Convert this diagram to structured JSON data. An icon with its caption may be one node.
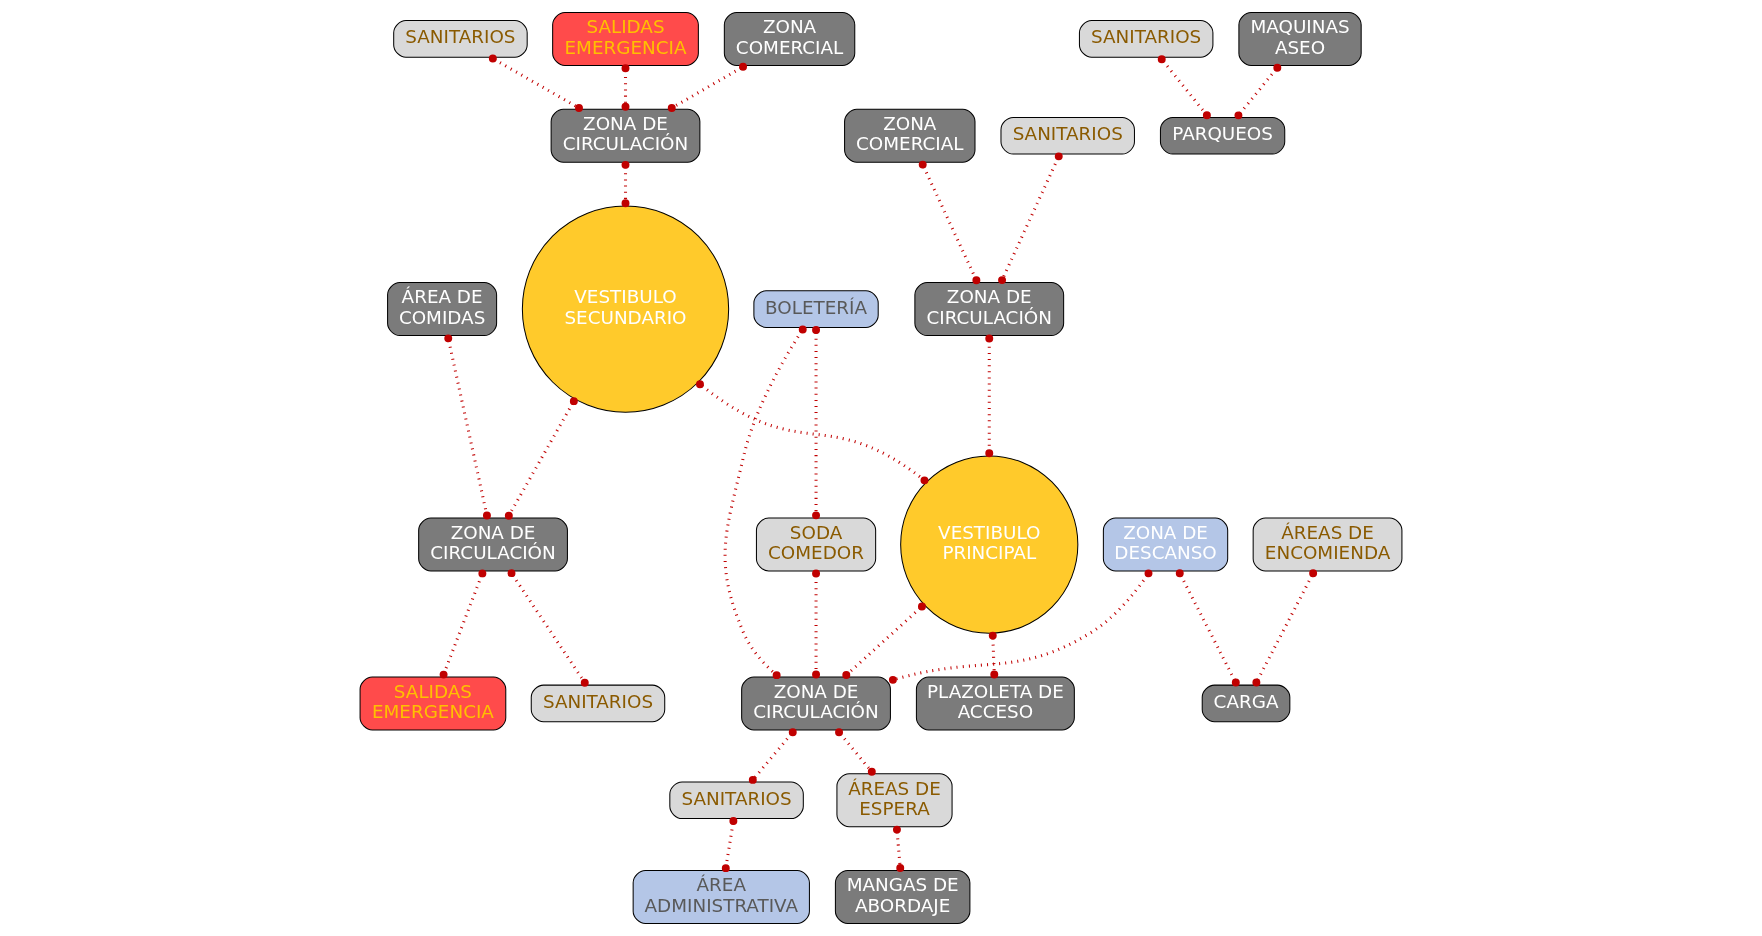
{
  "diagram": {
    "nodes": [
      {
        "text": [
          "ÁREA DE COMIDAS"
        ]
      },
      {
        "text": [
          "ZONA DE CIRCULACIÓN"
        ]
      },
      {
        "text": [
          "SANITARIOS"
        ]
      },
      {
        "text": [
          "SANITARIOS"
        ]
      },
      {
        "text": [
          "SALIDAS EMERGENCIA"
        ]
      },
      {
        "text": [
          "ZONA COMERCIAL"
        ]
      },
      {
        "text": [
          "ZONA DE CIRCULACIÓN"
        ]
      },
      {
        "text": [
          "VESTIBULO SECUNDARIO"
        ]
      },
      {
        "text": [
          "SALIDAS EMERGENCIA"
        ]
      },
      {
        "text": [
          "BOLETERÍA"
        ]
      },
      {
        "text": [
          "SANITARIOS"
        ]
      },
      {
        "text": [
          "SODA COMEDOR"
        ]
      },
      {
        "text": [
          "ÁREA ADMINISTRATIVA"
        ]
      },
      {
        "text": [
          "MAQUINAS ASEO"
        ]
      },
      {
        "text": [
          "SANITARIOS"
        ]
      },
      {
        "text": [
          "ZONA DE DESCANSO"
        ]
      },
      {
        "text": [
          "ZONA COMERCIAL"
        ]
      },
      {
        "text": [
          "ZONA DE CIRCULACIÓN"
        ]
      },
      {
        "text": [
          "VESTIBULO PRINCIPAL"
        ]
      },
      {
        "text": [
          "ZONA DE CIRCULACIÓN"
        ]
      },
      {
        "text": [
          "SANITARIOS"
        ]
      },
      {
        "text": [
          "ÁREAS DE ESPERA"
        ]
      },
      {
        "text": [
          "ÁREAS DE ENCOMIENDA"
        ]
      },
      {
        "text": [
          "PARQUEOS"
        ]
      },
      {
        "text": [
          "PLAZOLETA DE ACCESO"
        ]
      },
      {
        "text": [
          "MANGAS DE ABORDAJE"
        ]
      },
      {
        "text": [
          "CARGA"
        ]
      }
    ],
    "edges": [
      {
        "from": 0,
        "to": 1,
        "arrow": "other",
        "style": "dashed"
      },
      {
        "from": 1,
        "to": 2,
        "arrow": "other",
        "style": "dashed"
      },
      {
        "from": 1,
        "to": 8,
        "arrow": "other",
        "style": "dashed"
      },
      {
        "from": 7,
        "to": 1,
        "arrow": "other",
        "style": "dashed"
      },
      {
        "from": 3,
        "to": 6,
        "arrow": "other",
        "style": "dashed"
      },
      {
        "from": 4,
        "to": 6,
        "arrow": "other",
        "style": "dashed"
      },
      {
        "from": 5,
        "to": 6,
        "arrow": "other",
        "style": "dashed"
      },
      {
        "from": 6,
        "to": 7,
        "arrow": "other",
        "style": "dashed"
      },
      {
        "from": 7,
        "to": 18,
        "arrow": "other",
        "style": "dashed"
      },
      {
        "from": 9,
        "to": 11,
        "arrow": "other",
        "style": "dashed"
      },
      {
        "from": 11,
        "to": 19,
        "arrow": "other",
        "style": "dashed"
      },
      {
        "from": 9,
        "to": 19,
        "arrow": "other",
        "style": "dashed"
      },
      {
        "from": 15,
        "to": 19,
        "arrow": "other",
        "style": "dashed"
      },
      {
        "from": 14,
        "to": 17,
        "arrow": "other",
        "style": "dashed"
      },
      {
        "from": 16,
        "to": 17,
        "arrow": "other",
        "style": "dashed"
      },
      {
        "from": 17,
        "to": 18,
        "arrow": "other",
        "style": "dashed"
      },
      {
        "from": 18,
        "to": 19,
        "arrow": "other",
        "style": "dashed"
      },
      {
        "from": 19,
        "to": 20,
        "arrow": "other",
        "style": "dashed"
      },
      {
        "from": 20,
        "to": 12,
        "arrow": "other",
        "style": "dashed"
      },
      {
        "from": 19,
        "to": 21,
        "arrow": "other",
        "style": "dashed"
      },
      {
        "from": 21,
        "to": 25,
        "arrow": "other",
        "style": "dashed"
      },
      {
        "from": 22,
        "to": 26,
        "arrow": "other",
        "style": "dashed"
      },
      {
        "from": 15,
        "to": 26,
        "arrow": "other",
        "style": "dashed"
      },
      {
        "from": 18,
        "to": 24,
        "arrow": "other",
        "style": "dashed"
      },
      {
        "from": 10,
        "to": 23,
        "arrow": "other",
        "style": "dashed"
      },
      {
        "from": 13,
        "to": 23,
        "arrow": "other",
        "style": "dashed"
      }
    ]
  }
}
